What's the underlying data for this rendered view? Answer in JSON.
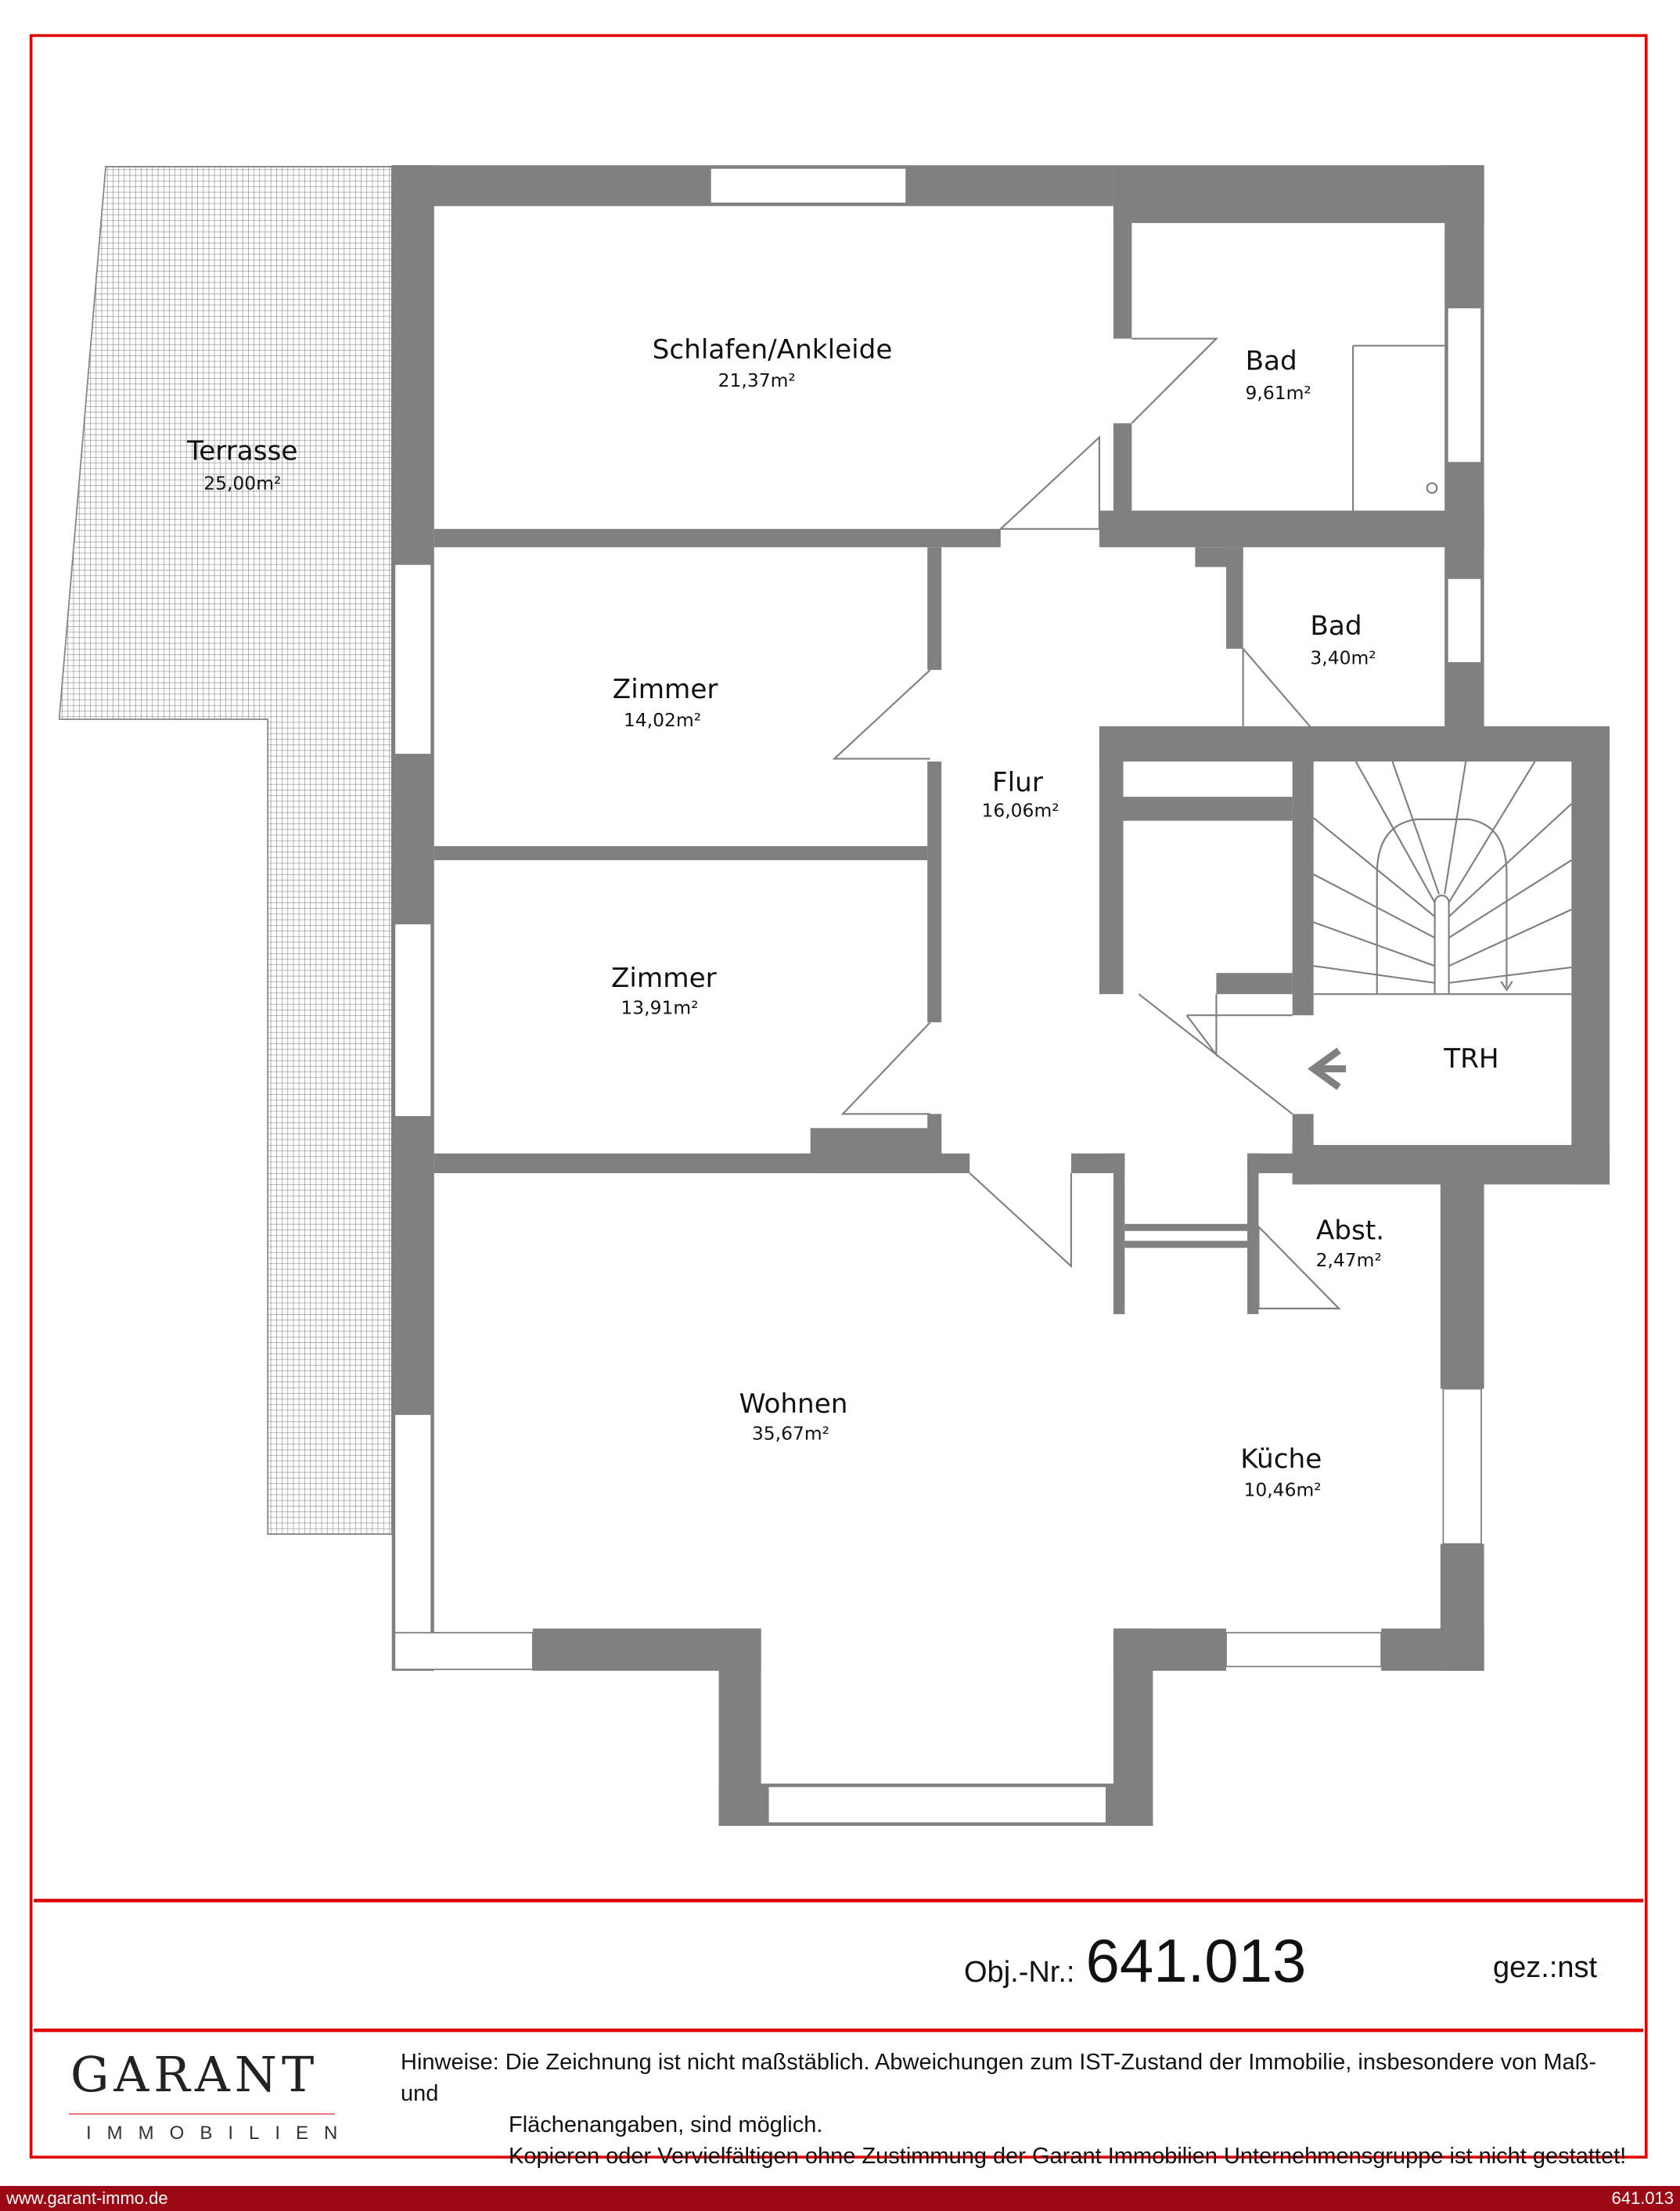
{
  "rooms": {
    "schlafen": {
      "name": "Schlafen/Ankleide",
      "area": "21,37m²"
    },
    "bad1": {
      "name": "Bad",
      "area": "9,61m²"
    },
    "terrasse": {
      "name": "Terrasse",
      "area": "25,00m²"
    },
    "bad2": {
      "name": "Bad",
      "area": "3,40m²"
    },
    "zimmer1": {
      "name": "Zimmer",
      "area": "14,02m²"
    },
    "flur": {
      "name": "Flur",
      "area": "16,06m²"
    },
    "zimmer2": {
      "name": "Zimmer",
      "area": "13,91m²"
    },
    "trh": {
      "name": "TRH"
    },
    "abst": {
      "name": "Abst.",
      "area": "2,47m²"
    },
    "wohnen": {
      "name": "Wohnen",
      "area": "35,67m²"
    },
    "kueche": {
      "name": "Küche",
      "area": "10,46m²"
    }
  },
  "titleblock": {
    "obj_label": "Obj.-Nr.:",
    "obj_number": "641.013",
    "drawn_by": "gez.:nst",
    "logo_main": "GARANT",
    "logo_sub": "IMMOBILIEN",
    "notes_label": "Hinweise:",
    "notes_line1": "Die Zeichnung ist nicht maßstäblich. Abweichungen zum IST-Zustand der Immobilie, insbesondere von Maß- und",
    "notes_line2": "Flächenangaben, sind möglich.",
    "notes_line3": "Kopieren oder Vervielfältigen ohne Zustimmung der Garant Immobilien Unternehmensgruppe ist nicht gestattet!"
  },
  "footer": {
    "website": "www.garant-immo.de",
    "obj_number": "641.013"
  },
  "colors": {
    "wall": "#808080",
    "frame": "#e00000",
    "footer": "#9b0713"
  }
}
